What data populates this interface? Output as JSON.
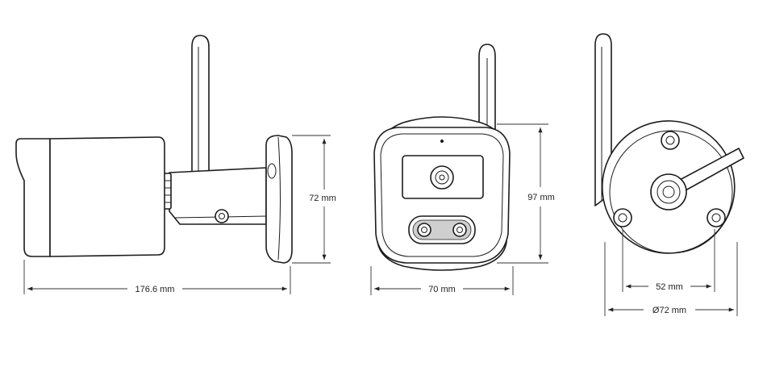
{
  "views": {
    "side": {
      "length_label": "176.6 mm",
      "height_label": "72 mm"
    },
    "front": {
      "width_label": "70 mm",
      "height_label": "97 mm"
    },
    "back": {
      "hole_spacing_label": "52 mm",
      "diameter_label": "Ø72 mm"
    }
  }
}
